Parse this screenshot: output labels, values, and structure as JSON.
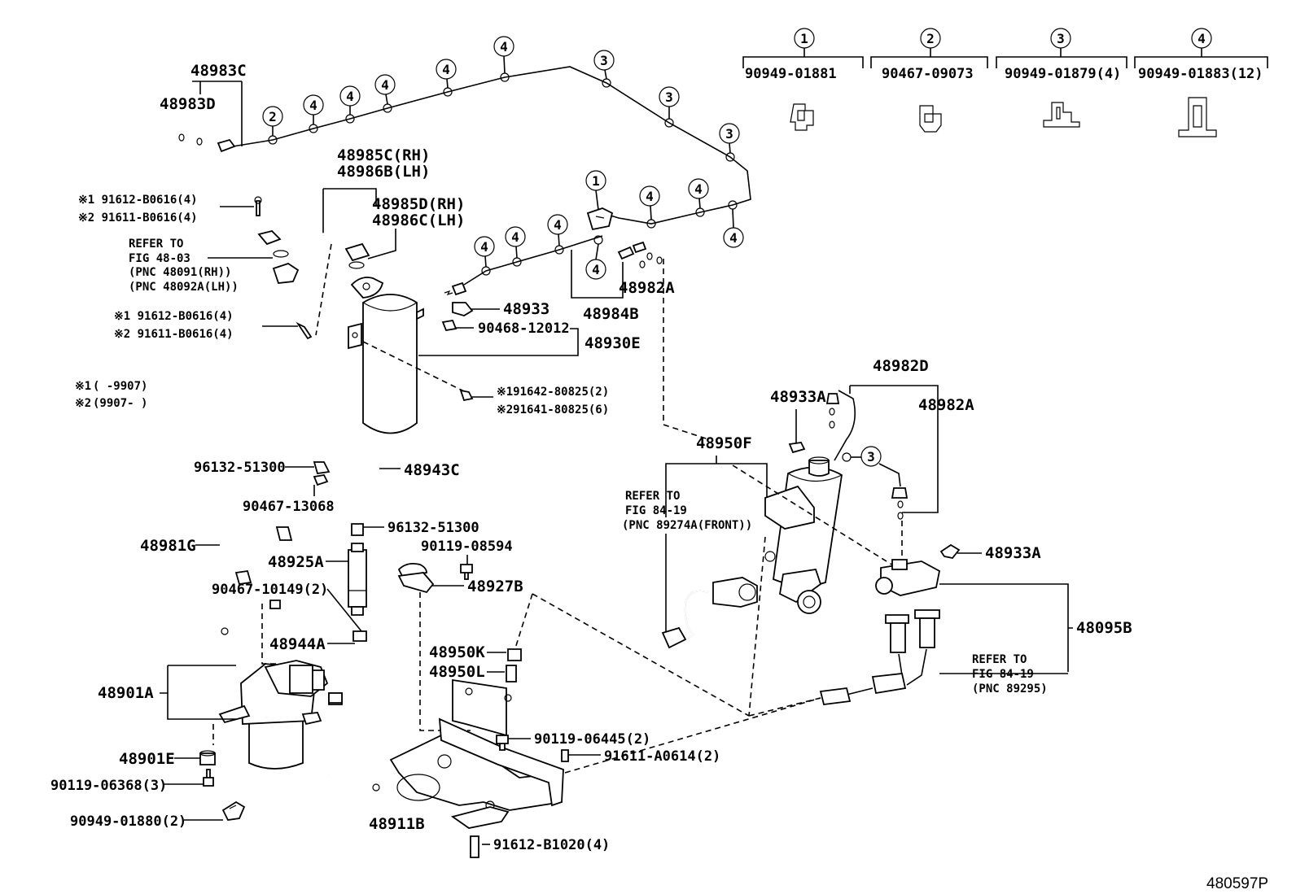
{
  "diagram_id": "480597P",
  "legend": [
    {
      "marker": "1",
      "part": "90949-01881"
    },
    {
      "marker": "2",
      "part": "90467-09073"
    },
    {
      "marker": "3",
      "part": "90949-01879(4)"
    },
    {
      "marker": "4",
      "part": "90949-01883(12)"
    }
  ],
  "notes": {
    "range1_mark": "※1",
    "range1_text": "(      -9907)",
    "range2_mark": "※2",
    "range2_text": "(9907-      )"
  },
  "labels": {
    "p48983C": "48983C",
    "p48983D": "48983D",
    "p48985C": "48985C(RH)",
    "p48986B": "48986B(LH)",
    "p48985D": "48985D(RH)",
    "p48986C": "48986C(LH)",
    "b1_line1": "※1 91612-B0616(4)",
    "b1_line2": "※2 91611-B0616(4)",
    "refer1_a": "REFER TO",
    "refer1_b": "FIG 48-03",
    "refer1_c": "(PNC 48091(RH))",
    "refer1_d": "(PNC 48092A(LH))",
    "b2_line1": "※1 91612-B0616(4)",
    "b2_line2": "※2 91611-B0616(4)",
    "p48933": "48933",
    "p90468": "90468-12012",
    "p48930E": "48930E",
    "p48984B": "48984B",
    "p48982A_top": "48982A",
    "b3_line1": "※191642-80825(2)",
    "b3_line2": "※291641-80825(6)",
    "p48982D": "48982D",
    "p48933A_top": "48933A",
    "p48982A_right": "48982A",
    "p48950F": "48950F",
    "refer2_a": "REFER TO",
    "refer2_b": "FIG 84-19",
    "refer2_c": "(PNC 89274A(FRONT))",
    "p48933A_right": "48933A",
    "p48095B": "48095B",
    "refer3_a": "REFER TO",
    "refer3_b": "FIG 84-19",
    "refer3_c": "(PNC 89295)",
    "p96132_a": "96132-51300",
    "p48943C": "48943C",
    "p90467_13068": "90467-13068",
    "p96132_b": "96132-51300",
    "p90119_08594": "90119-08594",
    "p48981G": "48981G",
    "p48925A": "48925A",
    "p48927B": "48927B",
    "p90467_10149": "90467-10149(2)",
    "p48944A": "48944A",
    "p48950K": "48950K",
    "p48950L": "48950L",
    "p48901A": "48901A",
    "p90119_06445": "90119-06445(2)",
    "p91611_A0614": "91611-A0614(2)",
    "p48901E": "48901E",
    "p90119_06368": "90119-06368(3)",
    "p90949_01880": "90949-01880(2)",
    "p48911B": "48911B",
    "p91612_B1020": "91612-B1020(4)"
  },
  "pipe_markers": {
    "m2": "2",
    "m3": "3",
    "m4": "4",
    "m1": "1"
  }
}
